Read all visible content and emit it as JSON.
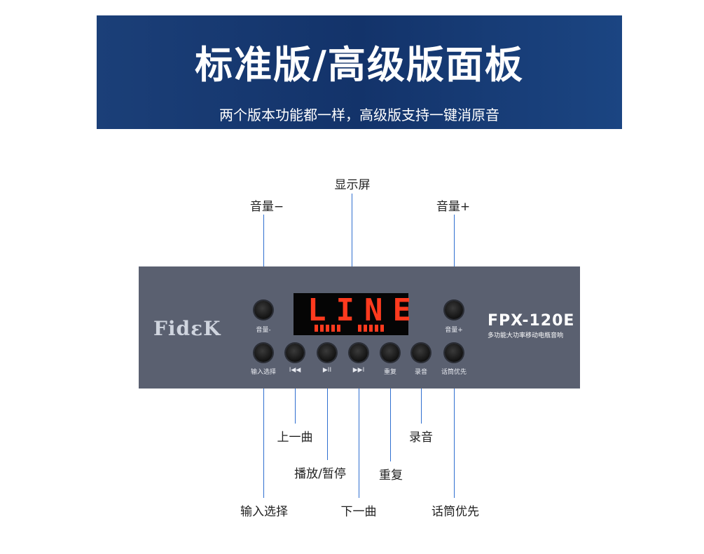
{
  "banner": {
    "title": "标准版/高级版面板",
    "subtitle": "两个版本功能都一样，高级版支持一键消原音"
  },
  "panel": {
    "logo": "FidɛK",
    "model": "FPX-120E",
    "model_subtitle": "多功能大功率移动电瓶音响",
    "display_text": "LINE",
    "labels": {
      "vol_minus": "音量-",
      "vol_plus": "音量+",
      "input_select": "输入选择",
      "prev": "I◀◀",
      "play_pause": "▶II",
      "next": "▶▶I",
      "repeat": "重复",
      "record": "录音",
      "mic_priority": "话筒优先"
    }
  },
  "callouts": {
    "display": "显示屏",
    "vol_minus": "音量−",
    "vol_plus": "音量+",
    "prev": "上一曲",
    "record": "录音",
    "play_pause": "播放/暂停",
    "repeat": "重复",
    "input_select": "输入选择",
    "next": "下一曲",
    "mic_priority": "话筒优先"
  },
  "colors": {
    "banner": "#13336a",
    "panel": "#5a6070",
    "display_red": "#ff3a1e",
    "leader_line": "#2f6fd0"
  }
}
